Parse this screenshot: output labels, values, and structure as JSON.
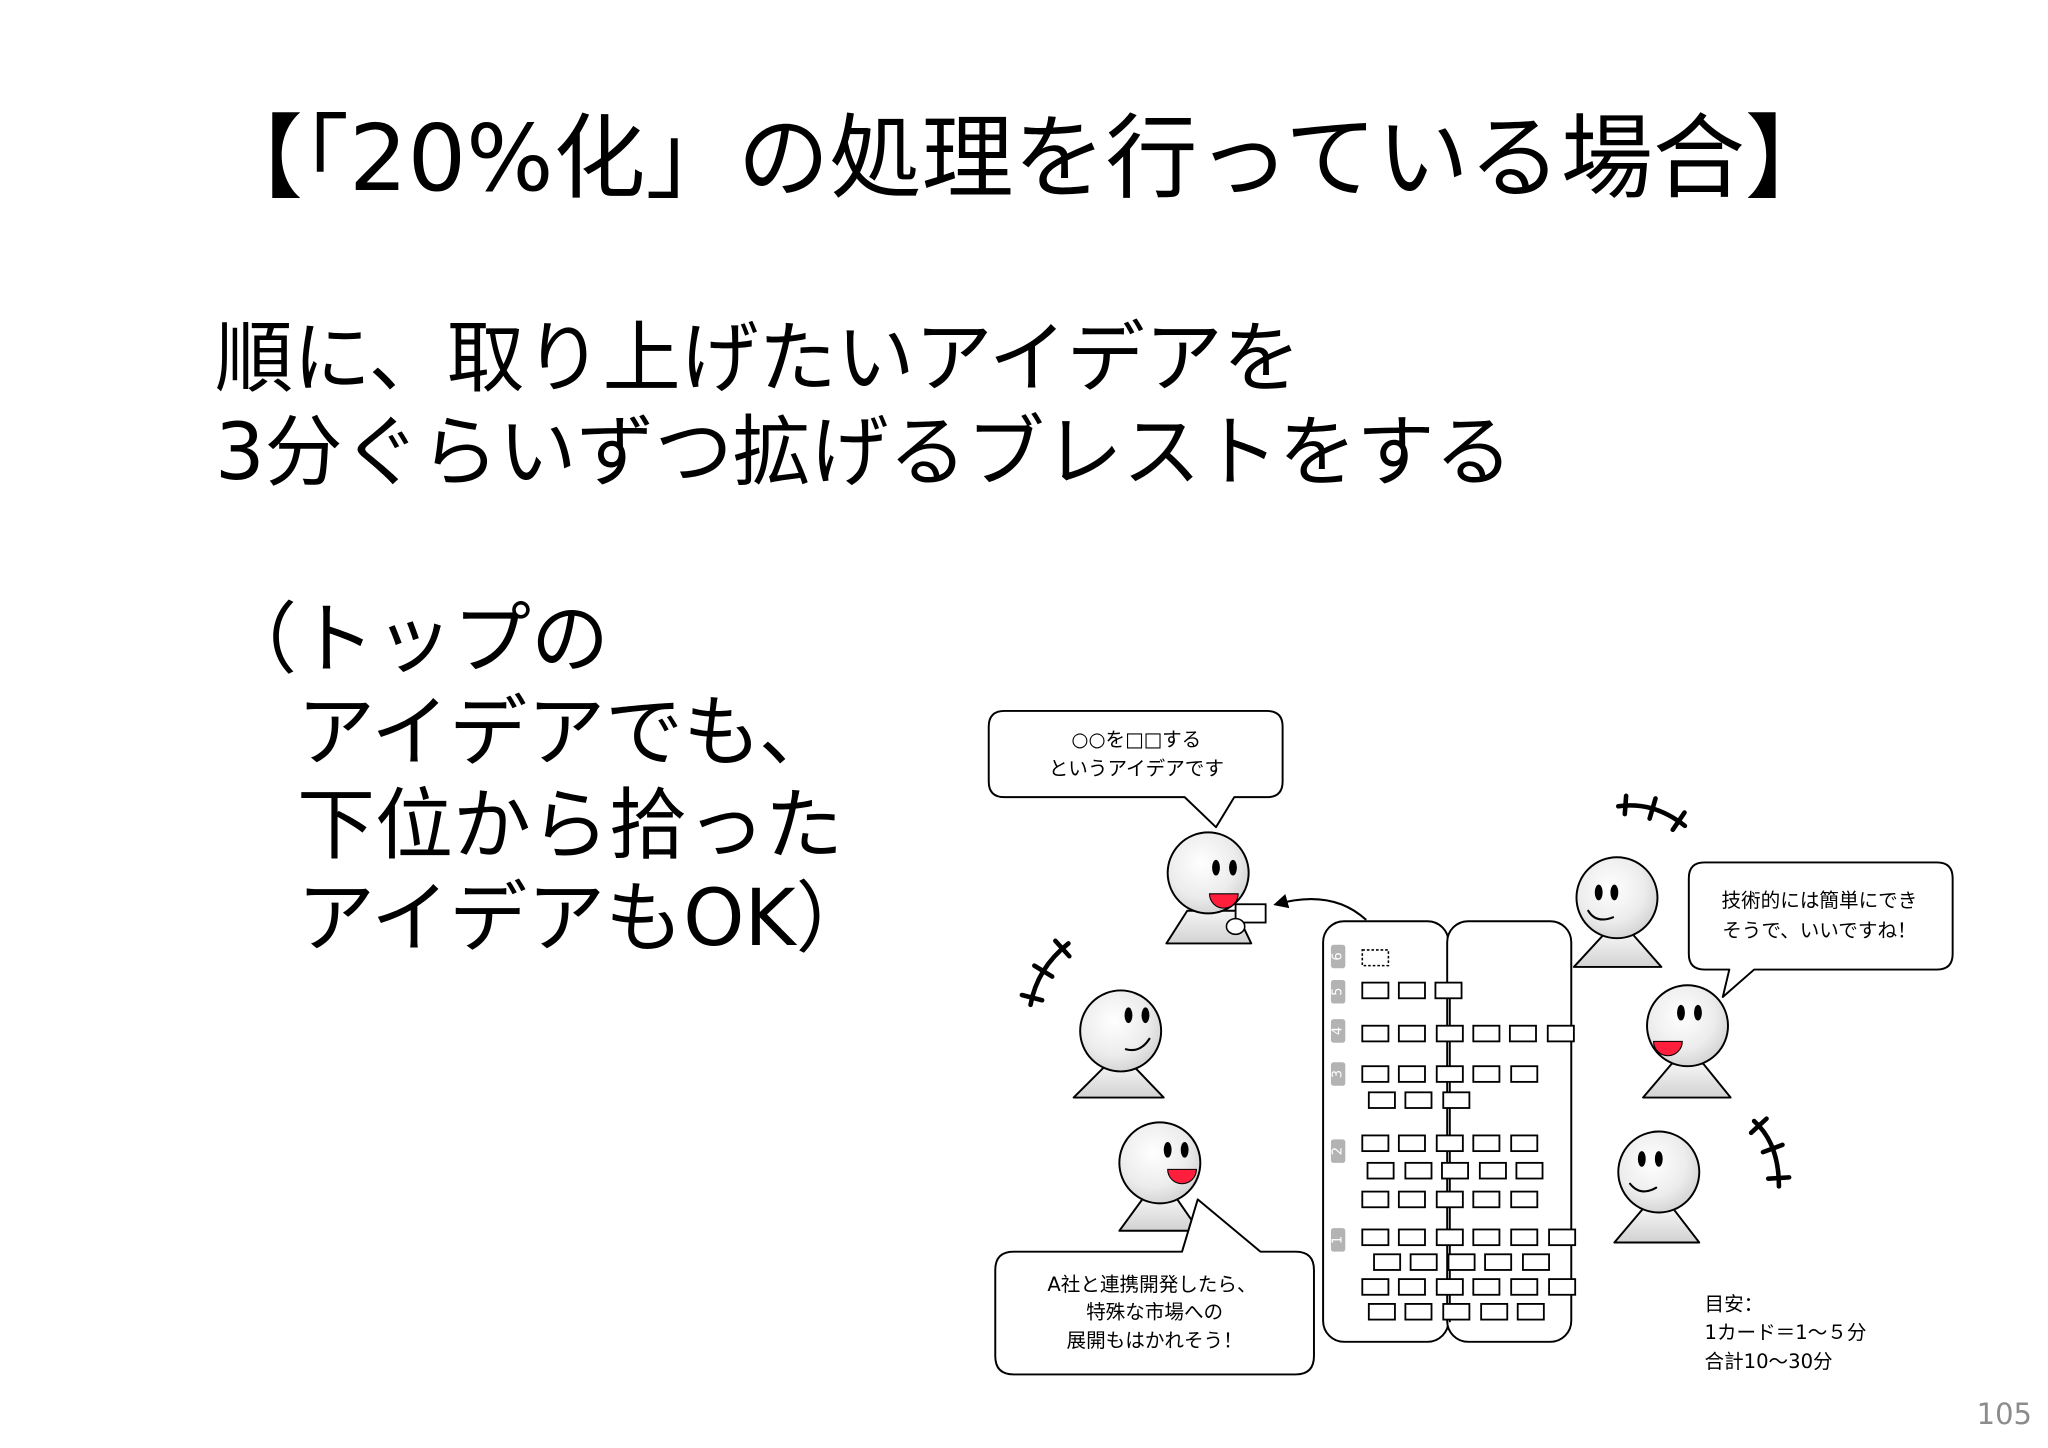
{
  "slide": {
    "title": "【「20%化」の処理を行っている場合】",
    "body_lines": [
      "順に、取り上げたいアイデアを",
      "3分ぐらいずつ拡げるブレストをする"
    ],
    "note_lines": [
      "（トップの",
      "アイデアでも、",
      "下位から拾った",
      "アイデアもOK）"
    ],
    "page_number": "105"
  },
  "illustration": {
    "presenter_bubble": [
      "○○を□□する",
      "というアイデアです"
    ],
    "right_bubble": [
      "技術的には簡単にでき",
      "そうで、いいですね！"
    ],
    "left_bubble": [
      "A社と連携開発したら、",
      "特殊な市場への",
      "展開もはかれそう！"
    ],
    "board_row_labels": [
      "6",
      "5",
      "4",
      "3",
      "2",
      "1"
    ],
    "guide_lines": [
      "目安：",
      "1カード＝1～５分",
      "合計10～30分"
    ]
  },
  "colors": {
    "text": "#000000",
    "background": "#ffffff",
    "mouth_red": "#ff1e3c",
    "row_tab_gray": "#b3b3b3",
    "page_number_gray": "#8c8c8c"
  }
}
